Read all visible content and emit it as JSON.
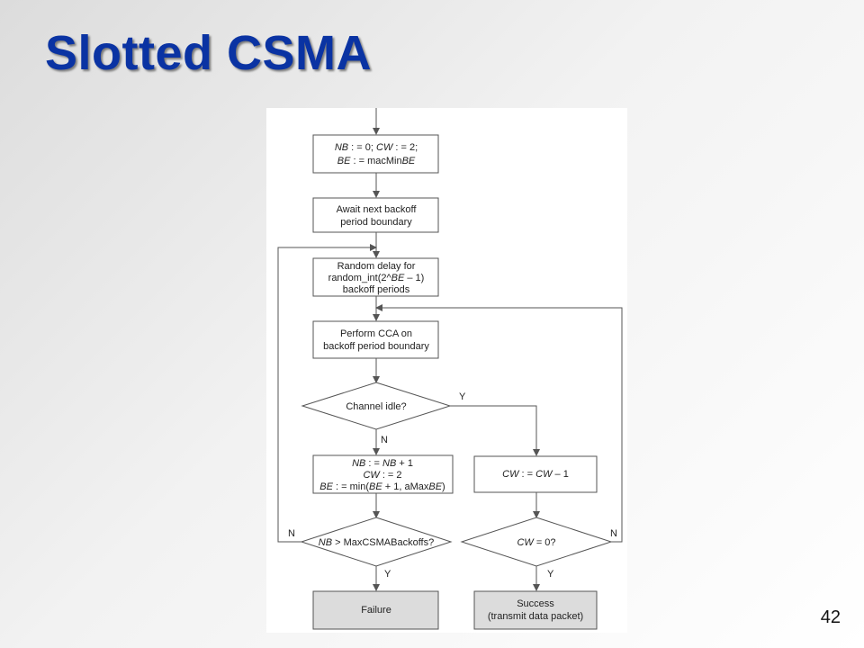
{
  "slide": {
    "title": "Slotted CSMA",
    "page_number": "42"
  },
  "flowchart": {
    "init": {
      "line1_a": "NB",
      "line1_b": " : = 0; ",
      "line1_c": "CW",
      "line1_d": " : = 2;",
      "line2_a": "BE",
      "line2_b": " : = macMin",
      "line2_c": "BE"
    },
    "await": {
      "line1": "Await next backoff",
      "line2": "period boundary"
    },
    "random": {
      "line1": "Random delay for",
      "line2_a": "random_int(2^",
      "line2_b": "BE",
      "line2_c": " – 1)",
      "line3": "backoff periods"
    },
    "cca": {
      "line1": "Perform CCA on",
      "line2": "backoff period boundary"
    },
    "channel_idle": {
      "label": "Channel idle?"
    },
    "increment": {
      "line1_a": "NB",
      "line1_b": " : = ",
      "line1_c": "NB",
      "line1_d": " + 1",
      "line2_a": "CW",
      "line2_b": " : = 2",
      "line3_a": "BE",
      "line3_b": " : = min(",
      "line3_c": "BE",
      "line3_d": " + 1, aMax",
      "line3_e": "BE",
      "line3_f": ")"
    },
    "decrement": {
      "line_a": "CW",
      "line_b": " : = ",
      "line_c": "CW",
      "line_d": " – 1"
    },
    "nb_check": {
      "label_a": "NB",
      "label_b": " > MaxCSMABackoffs?"
    },
    "cw_check": {
      "label_a": "CW",
      "label_b": " = 0?"
    },
    "failure": {
      "label": "Failure"
    },
    "success": {
      "line1": "Success",
      "line2": "(transmit data packet)"
    },
    "labels": {
      "yes": "Y",
      "no": "N"
    }
  }
}
